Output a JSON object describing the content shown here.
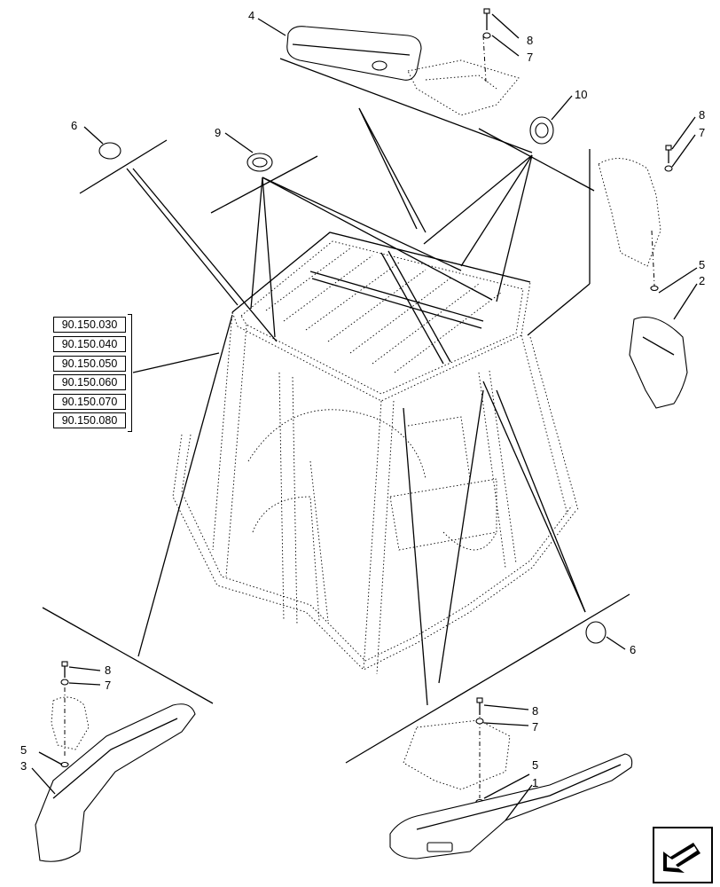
{
  "diagram": {
    "callouts": [
      {
        "id": "c4",
        "label": "4"
      },
      {
        "id": "c8a",
        "label": "8"
      },
      {
        "id": "c7a",
        "label": "7"
      },
      {
        "id": "c6a",
        "label": "6"
      },
      {
        "id": "c9",
        "label": "9"
      },
      {
        "id": "c10",
        "label": "10"
      },
      {
        "id": "c8b",
        "label": "8"
      },
      {
        "id": "c7b",
        "label": "7"
      },
      {
        "id": "c5a",
        "label": "5"
      },
      {
        "id": "c2",
        "label": "2"
      },
      {
        "id": "c6b",
        "label": "6"
      },
      {
        "id": "c8c",
        "label": "8"
      },
      {
        "id": "c7c",
        "label": "7"
      },
      {
        "id": "c5b",
        "label": "5"
      },
      {
        "id": "c3",
        "label": "3"
      },
      {
        "id": "c8d",
        "label": "8"
      },
      {
        "id": "c7d",
        "label": "7"
      },
      {
        "id": "c5c",
        "label": "5"
      },
      {
        "id": "c1",
        "label": "1"
      }
    ],
    "references": [
      "90.150.030",
      "90.150.040",
      "90.150.050",
      "90.150.060",
      "90.150.070",
      "90.150.080"
    ],
    "nav_icon": "return-arrow-icon"
  }
}
